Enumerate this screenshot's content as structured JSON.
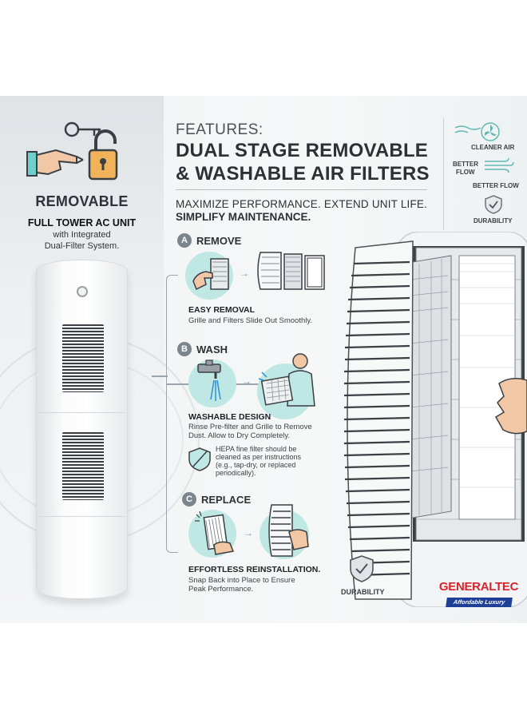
{
  "left": {
    "removable": "REMOVABLE",
    "tower_title": "FULL TOWER AC UNIT",
    "tower_sub1": "with Integrated",
    "tower_sub2": "Dual-Filter System."
  },
  "header": {
    "features": "FEATURES:",
    "title_line1": "DUAL STAGE REMOVABLE",
    "title_line2": "& WASHABLE AIR FILTERS",
    "tagline1": "MAXIMIZE PERFORMANCE. EXTEND UNIT LIFE.",
    "tagline2": "SIMPLIFY MAINTENANCE."
  },
  "benefits": {
    "cleaner_air": "CLEANER AIR",
    "better_flow_left_1": "BETTER",
    "better_flow_left_2": "FLOW",
    "better_flow": "BETTER FLOW",
    "durability": "DURABILITY",
    "durability_bottom": "DURABILITY"
  },
  "steps": {
    "remove": {
      "badge": "A",
      "title": "REMOVE",
      "head": "EASY REMOVAL",
      "text": "Grille and Filters Slide Out Smoothly."
    },
    "wash": {
      "badge": "B",
      "title": "WASH",
      "head": "WASHABLE DESIGN",
      "text1": "Rinse Pre-filter and Grille to Remove",
      "text2": "Dust. Allow to Dry Completely.",
      "hepa1": "HEPA fine filter should be",
      "hepa2": "cleaned as per instructions",
      "hepa3": "(e.g., tap-dry, or replaced",
      "hepa4": "periodically)."
    },
    "replace": {
      "badge": "C",
      "title": "REPLACE",
      "head": "EFFORTLESS REINSTALLATION.",
      "text1": "Snap Back into Place to Ensure",
      "text2": "Peak Performance."
    }
  },
  "logo": {
    "brand": "GENERALTEC",
    "slogan": "Affordable Luxury"
  },
  "colors": {
    "accent_teal": "#bfe7e3",
    "badge_gray": "#7c858c",
    "brand_red": "#d8232a",
    "brand_blue": "#1f3f96"
  }
}
